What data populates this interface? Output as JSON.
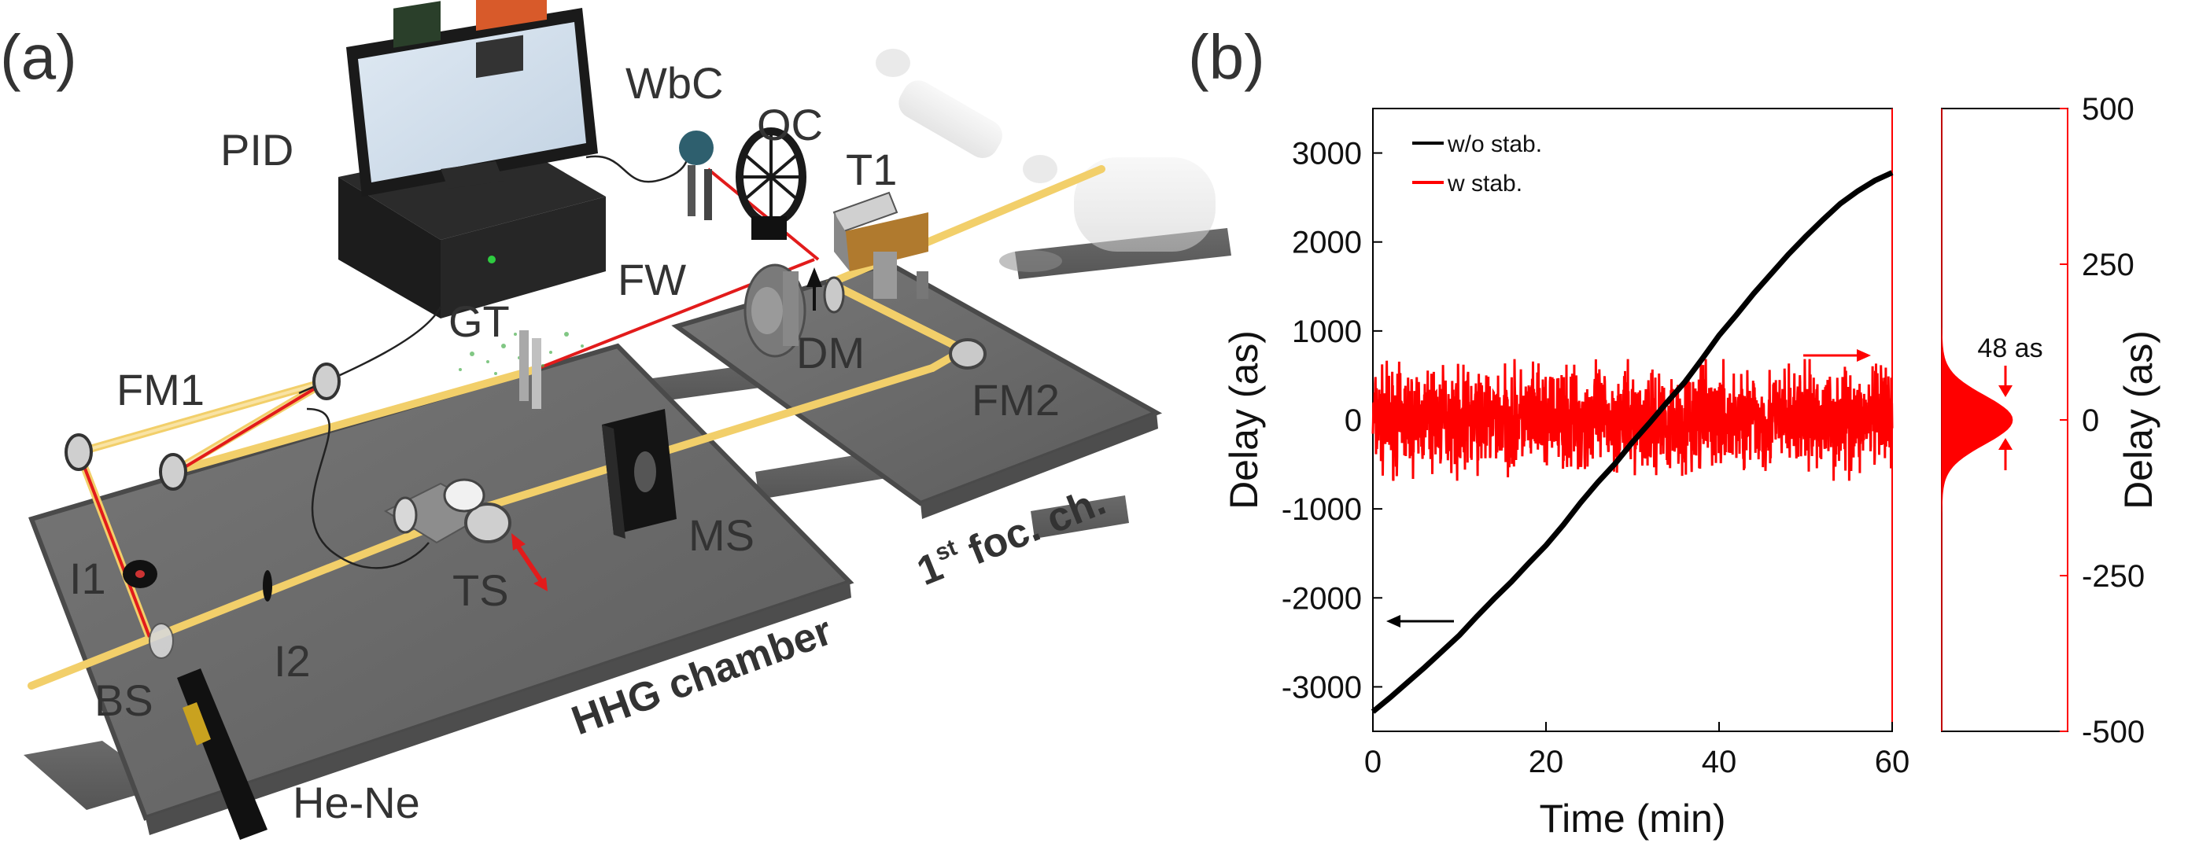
{
  "panel_a": {
    "panel_label": "(a)",
    "labels": {
      "pid": "PID",
      "wbc": "WbC",
      "oc": "OC",
      "t1": "T1",
      "fw": "FW",
      "gt": "GT",
      "dm": "DM",
      "fm1": "FM1",
      "fm2": "FM2",
      "ms": "MS",
      "i1": "I1",
      "i2": "I2",
      "ts": "TS",
      "bs": "BS",
      "hene": "He-Ne",
      "hhg": "HHG chamber",
      "foc_pre": "1",
      "foc_sup": "st",
      "foc_post": " foc. ch."
    },
    "colors": {
      "chamber": "#6e6e6e",
      "beam_ir": "#f2cf6a",
      "beam_hene": "#e21b1b"
    }
  },
  "panel_b": {
    "panel_label": "(b)",
    "annotation": "48 as",
    "chart_data": [
      {
        "type": "line",
        "xlabel": "Time (min)",
        "ylabel": "Delay (as)",
        "xlim": [
          0,
          60
        ],
        "ylim": [
          -3500,
          3500
        ],
        "xticks": [
          0,
          20,
          40,
          60
        ],
        "yticks": [
          -3000,
          -2000,
          -1000,
          0,
          1000,
          2000,
          3000
        ],
        "grid": false,
        "legend": "top-left",
        "series": [
          {
            "name": "w/o stab.",
            "color": "#000000",
            "x": [
              0,
              2,
              4,
              6,
              8,
              10,
              12,
              14,
              16,
              18,
              20,
              22,
              24,
              26,
              28,
              30,
              32,
              34,
              36,
              38,
              40,
              42,
              44,
              46,
              48,
              50,
              52,
              54,
              56,
              58,
              60
            ],
            "y": [
              -3280,
              -3120,
              -2950,
              -2780,
              -2600,
              -2420,
              -2210,
              -2010,
              -1820,
              -1610,
              -1410,
              -1180,
              -930,
              -700,
              -490,
              -250,
              -30,
              200,
              420,
              680,
              950,
              1180,
              1420,
              1640,
              1860,
              2060,
              2250,
              2430,
              2570,
              2690,
              2780
            ]
          },
          {
            "name": "w stab.",
            "color": "#ff0000",
            "axis": "right",
            "x_range": [
              0,
              60
            ],
            "mean": 0,
            "rms_as": 24,
            "peak_to_peak_as": 170
          }
        ]
      },
      {
        "type": "area",
        "xlabel": "",
        "ylabel": "Delay (as)",
        "ylim": [
          -500,
          500
        ],
        "yticks": [
          -500,
          -250,
          0,
          250,
          500
        ],
        "orientation": "horizontal-histogram",
        "distribution": {
          "kind": "gaussian",
          "center_as": 0,
          "fwhm_as": 48,
          "color": "#ff0000"
        }
      }
    ],
    "arrow_colors": {
      "left_axis": "#000000",
      "right_axis": "#ff0000"
    }
  }
}
